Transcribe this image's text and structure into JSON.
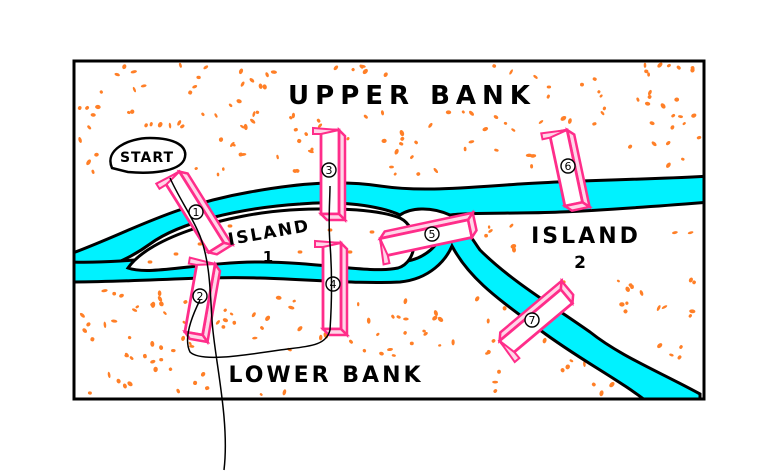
{
  "labels": {
    "upper_bank": "UPPER BANK",
    "lower_bank": "LOWER BANK",
    "island1_line1": "ISLAND",
    "island1_line2": "1",
    "island2_line1": "ISLAND",
    "island2_line2": "2",
    "start": "START"
  },
  "bridges": [
    {
      "label": "1"
    },
    {
      "label": "2"
    },
    {
      "label": "3"
    },
    {
      "label": "4"
    },
    {
      "label": "5"
    },
    {
      "label": "6"
    },
    {
      "label": "7"
    }
  ],
  "colors": {
    "land_dots": "#ff7f27",
    "water": "#00f2ff",
    "bridge": "#ff2d8a",
    "outline": "#000000"
  }
}
